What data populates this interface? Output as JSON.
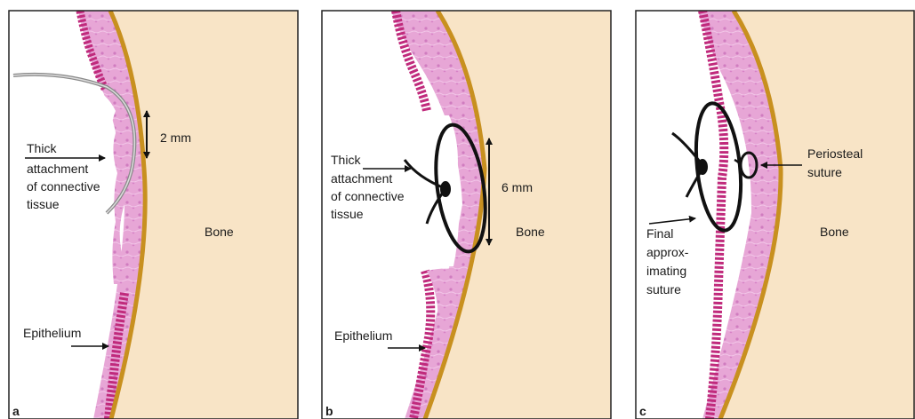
{
  "panels": [
    {
      "letter": "a",
      "thick_line1": "Thick",
      "thick_line2": "attachment",
      "thick_line3": "of connective",
      "thick_line4": "tissue",
      "measure": "2 mm",
      "bone": "Bone",
      "epithelium": "Epithelium"
    },
    {
      "letter": "b",
      "thick_line1": "Thick",
      "thick_line2": "attachment",
      "thick_line3": "of connective",
      "thick_line4": "tissue",
      "measure": "6 mm",
      "bone": "Bone",
      "epithelium": "Epithelium"
    },
    {
      "letter": "c",
      "periosteal_line1": "Periosteal",
      "periosteal_line2": "suture",
      "bone": "Bone",
      "final_line1": "Final",
      "final_line2": "approx-",
      "final_line3": "imating",
      "final_line4": "suture"
    }
  ],
  "colors": {
    "bone": "#f8e4c6",
    "periosteum": "#c8901f",
    "connective_tissue": "#e7a6d6",
    "epithelium": "#c02a7c",
    "suture": "#111111"
  }
}
